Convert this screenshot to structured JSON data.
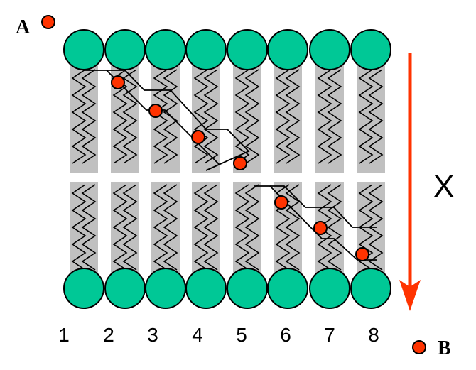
{
  "labels": {
    "start": "A",
    "end": "B",
    "arrow": "X"
  },
  "lipid_numbers": [
    "1",
    "2",
    "3",
    "4",
    "5",
    "6",
    "7",
    "8"
  ],
  "colors": {
    "head": "#00c896",
    "tail_band": "#c0c0c0",
    "particle": "#ff3300",
    "arrow": "#ff3300",
    "stroke": "#000000"
  }
}
